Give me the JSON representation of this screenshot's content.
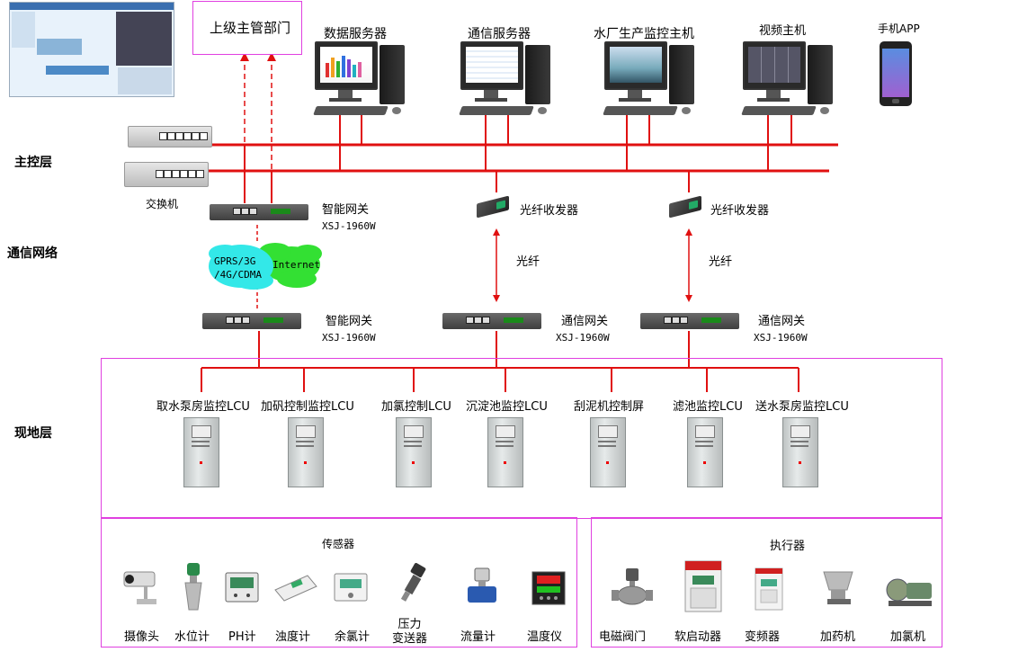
{
  "layers": {
    "main": "主控层",
    "network": "通信网络",
    "field": "现地层"
  },
  "superior": "上级主管部门",
  "servers": [
    {
      "label": "数据服务器"
    },
    {
      "label": "通信服务器"
    },
    {
      "label": "水厂生产监控主机"
    },
    {
      "label": "视频主机"
    },
    {
      "label": "手机APP"
    }
  ],
  "switch_label": "交换机",
  "gateway_top": {
    "name": "智能网关",
    "model": "XSJ-1960W"
  },
  "cloud": {
    "left": "GPRS/3G\n/4G/CDMA",
    "right": "Internet"
  },
  "fiber_transceivers": [
    "光纤收发器",
    "光纤收发器"
  ],
  "fiber_labels": [
    "光纤",
    "光纤"
  ],
  "gateways_field": [
    {
      "name": "智能网关",
      "model": "XSJ-1960W"
    },
    {
      "name": "通信网关",
      "model": "XSJ-1960W"
    },
    {
      "name": "通信网关",
      "model": "XSJ-1960W"
    }
  ],
  "lcus": [
    "取水泵房监控LCU",
    "加矾控制监控LCU",
    "加氯控制LCU",
    "沉淀池监控LCU",
    "刮泥机控制屏",
    "滤池监控LCU",
    "送水泵房监控LCU"
  ],
  "sensors": {
    "title": "传感器",
    "items": [
      "摄像头",
      "水位计",
      "PH计",
      "浊度计",
      "余氯计",
      "压力\n变送器",
      "流量计",
      "温度仪"
    ]
  },
  "actuators": {
    "title": "执行器",
    "items": [
      "电磁阀门",
      "软启动器",
      "变频器",
      "加药机",
      "加氯机"
    ]
  },
  "colors": {
    "bus": "#e01010",
    "frame": "#e040e0"
  }
}
